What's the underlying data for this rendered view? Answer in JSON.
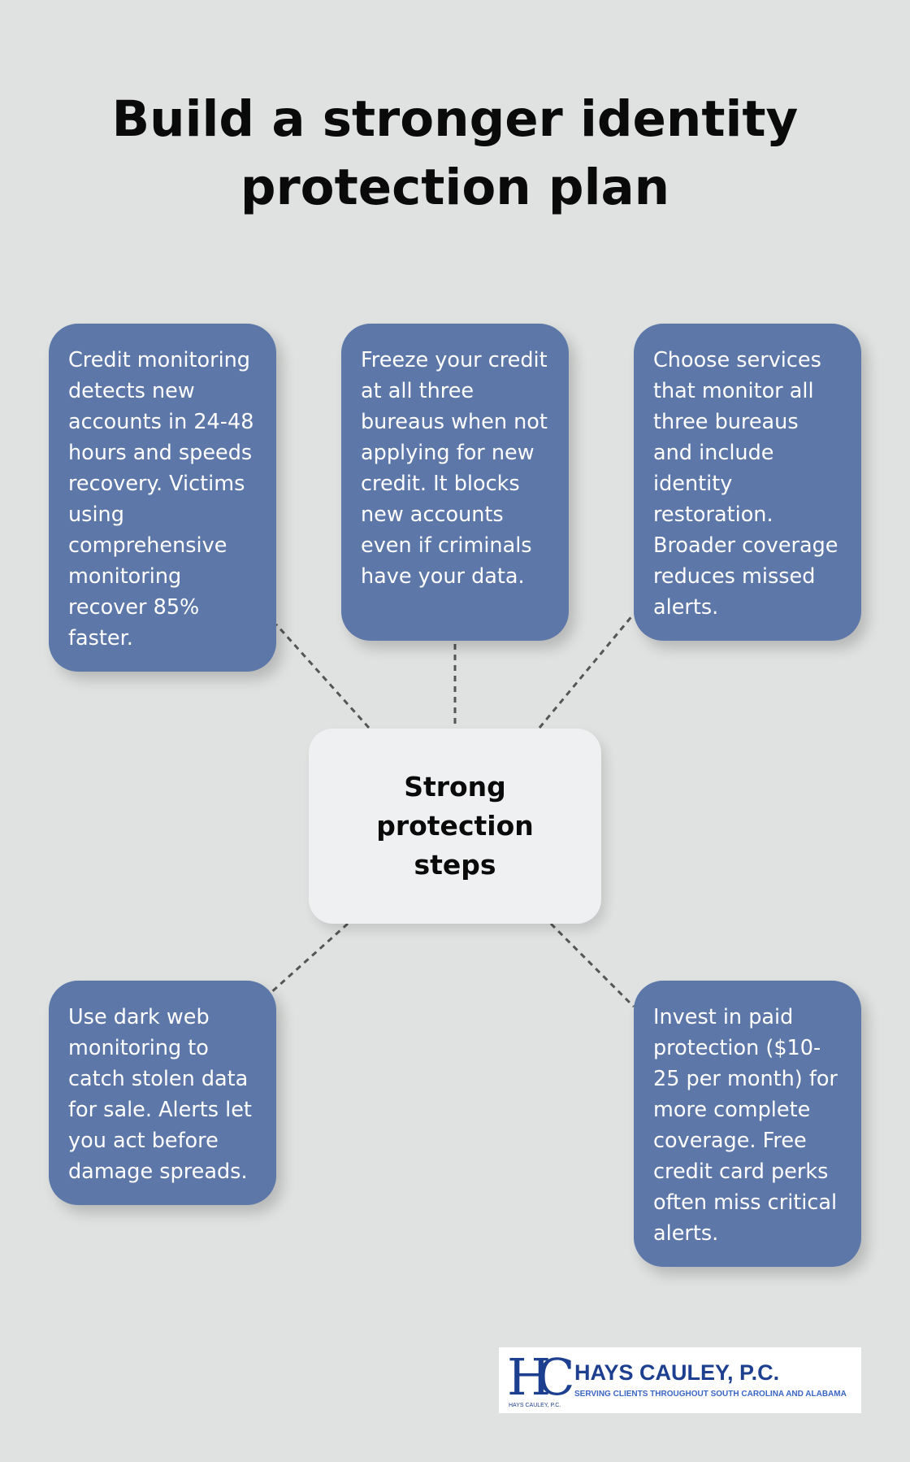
{
  "title": "Build a stronger identity protection plan",
  "center": {
    "label": "Strong protection steps"
  },
  "cards": [
    {
      "text": "Credit monitoring detects new accounts in 24-48 hours and speeds recovery. Victims using comprehensive monitoring recover 85% faster."
    },
    {
      "text": "Freeze your credit at all three bureaus when not applying for new credit. It blocks new accounts even if criminals have your data."
    },
    {
      "text": "Choose services that monitor all three bureaus and include identity restoration. Broader coverage reduces missed alerts."
    },
    {
      "text": "Use dark web monitoring to catch stolen data for sale. Alerts let you act before damage spreads."
    },
    {
      "text": "Invest in paid protection ($10-25 per month) for more complete coverage. Free credit card perks often miss critical alerts."
    }
  ],
  "logo": {
    "mark": "HC",
    "small": "HAYS CAULEY, P.C.",
    "name": "HAYS CAULEY, P.C.",
    "tagline": "SERVING CLIENTS THROUGHOUT SOUTH CAROLINA AND ALABAMA"
  },
  "colors": {
    "background": "#e0e2e1",
    "card": "#5d77a8",
    "center": "#eff0f1",
    "connector": "#555555",
    "brand": "#1d3f8f"
  }
}
